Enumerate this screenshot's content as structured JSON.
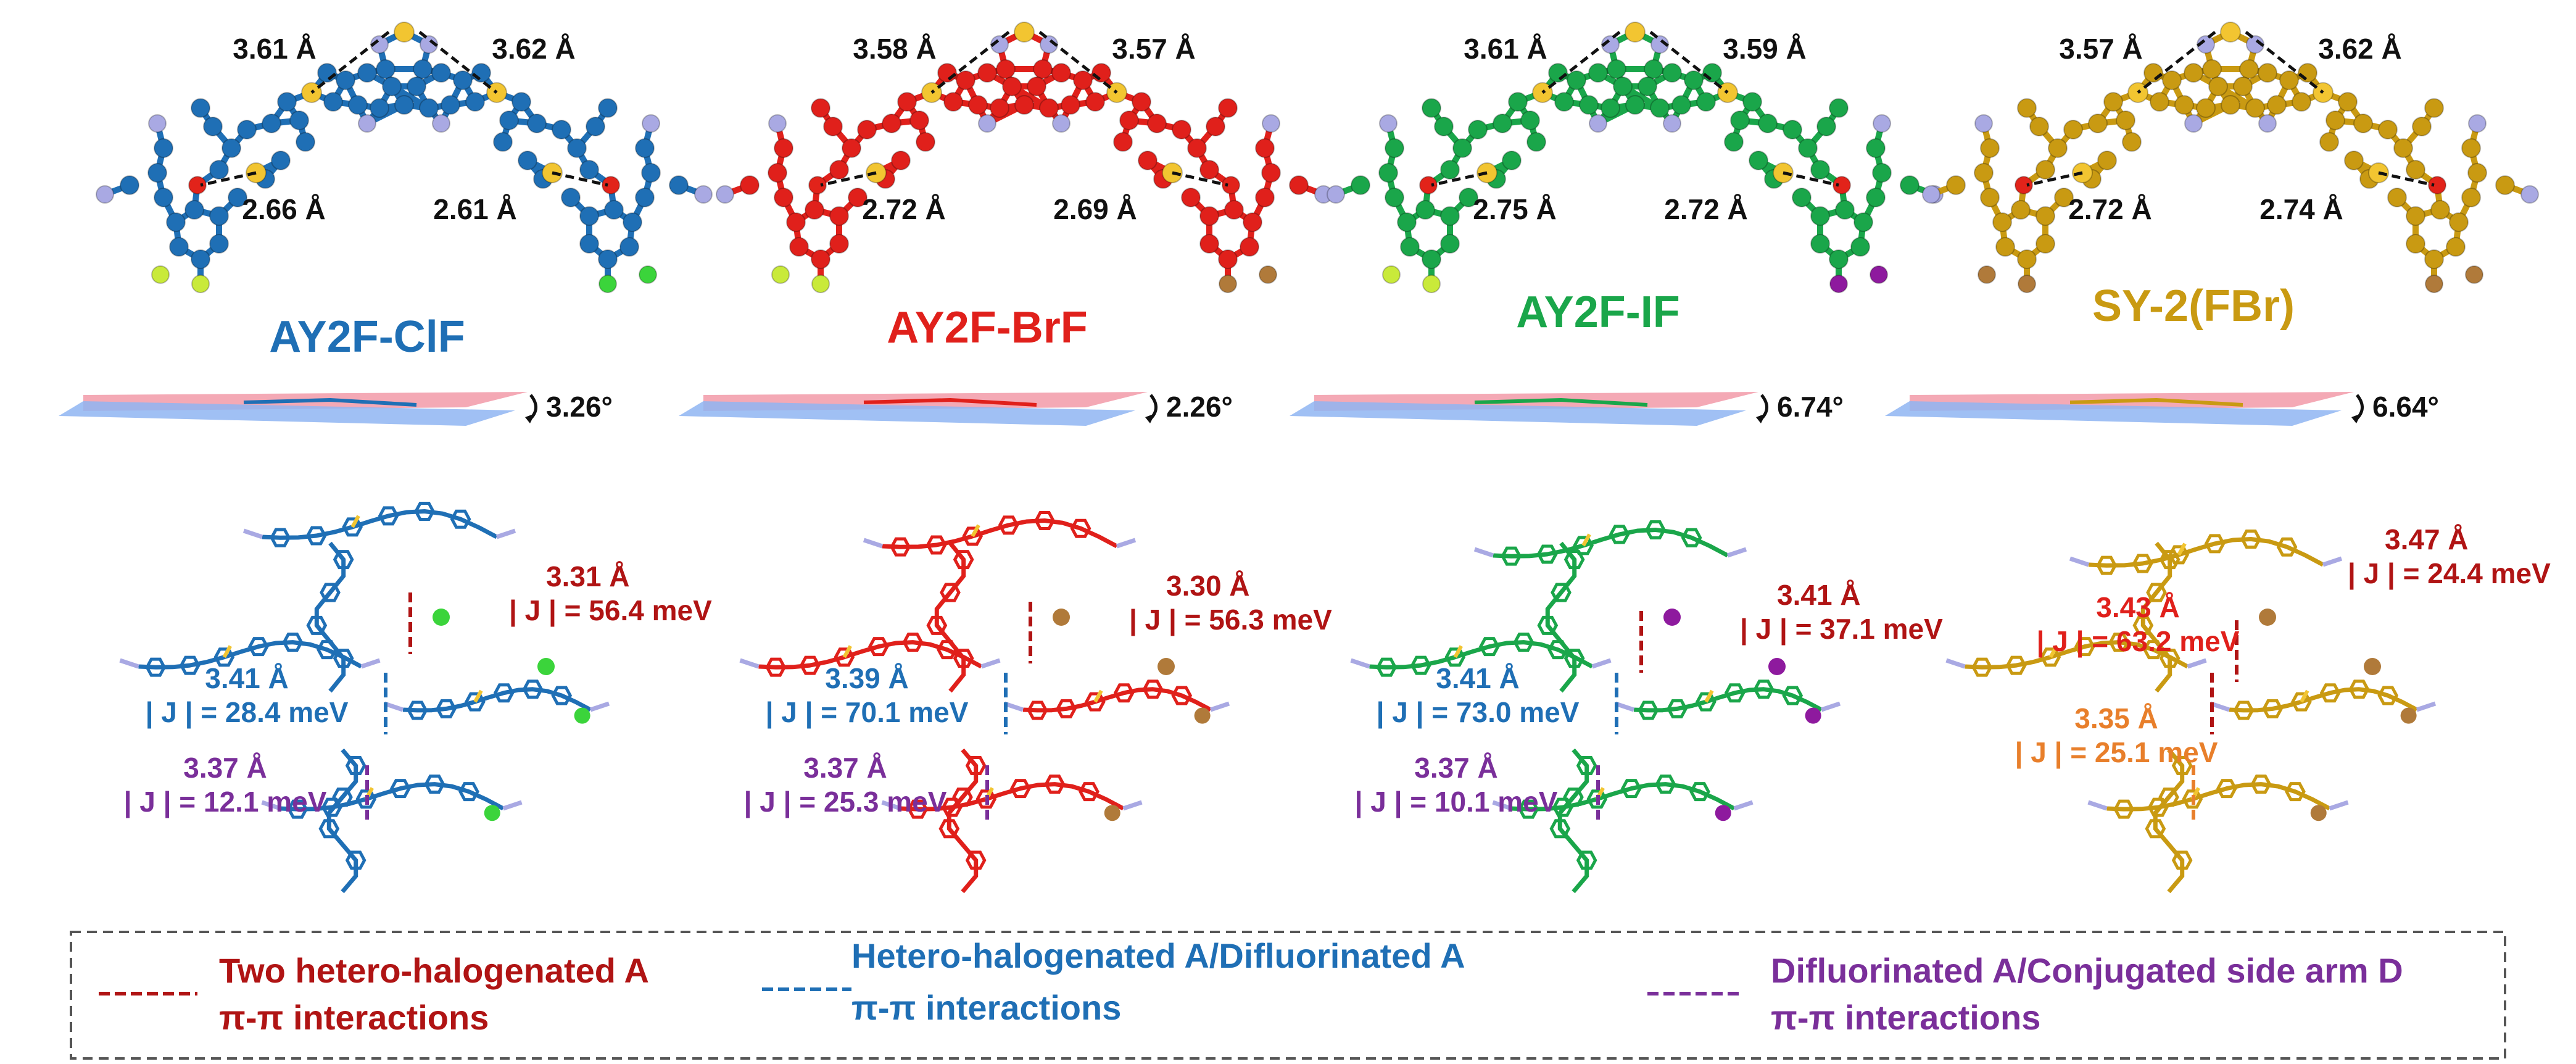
{
  "colors": {
    "blue": "#1f6fb5",
    "red": "#e0201b",
    "green": "#1aa64a",
    "gold": "#c99a12",
    "sulfur": "#f2c531",
    "nitrogen": "#a9a9e3",
    "oxygen": "#e2231a",
    "fluorine": "#c9ea3a",
    "chlorine": "#3bd43b",
    "bromine": "#b07a3a",
    "iodine": "#8e1a9e",
    "dark_red": "#b01414",
    "blue_text": "#1f6fb5",
    "purple": "#7a2f9a",
    "orange": "#e87f2b",
    "plane_pink": "#f29aa8",
    "plane_blue": "#8fb5f2"
  },
  "molecules": [
    {
      "name": "AY2F-ClF",
      "color": "#1f6fb5",
      "left_halogen": "#c9ea3a",
      "right_halogen": "#3bd43b",
      "ss_left": "3.61 Å",
      "ss_right": "3.62 Å",
      "so_left": "2.66 Å",
      "so_right": "2.61 Å",
      "dihedral": "3.26°",
      "packing": [
        {
          "distance": "3.31 Å",
          "coupling": "| J | = 56.4 meV",
          "type": "hetero-hetero"
        },
        {
          "distance": "3.41 Å",
          "coupling": "| J | = 28.4 meV",
          "type": "hetero-difluoro"
        },
        {
          "distance": "3.37 Å",
          "coupling": "| J | = 12.1 meV",
          "type": "difluoro-sidearm"
        }
      ]
    },
    {
      "name": "AY2F-BrF",
      "color": "#e0201b",
      "left_halogen": "#c9ea3a",
      "right_halogen": "#b07a3a",
      "ss_left": "3.58 Å",
      "ss_right": "3.57 Å",
      "so_left": "2.72 Å",
      "so_right": "2.69 Å",
      "dihedral": "2.26°",
      "packing": [
        {
          "distance": "3.30 Å",
          "coupling": "| J | = 56.3 meV",
          "type": "hetero-hetero"
        },
        {
          "distance": "3.39 Å",
          "coupling": "| J | = 70.1 meV",
          "type": "hetero-difluoro"
        },
        {
          "distance": "3.37 Å",
          "coupling": "| J | = 25.3 meV",
          "type": "difluoro-sidearm"
        }
      ]
    },
    {
      "name": "AY2F-IF",
      "color": "#1aa64a",
      "left_halogen": "#c9ea3a",
      "right_halogen": "#8e1a9e",
      "ss_left": "3.61 Å",
      "ss_right": "3.59 Å",
      "so_left": "2.75 Å",
      "so_right": "2.72 Å",
      "dihedral": "6.74°",
      "packing": [
        {
          "distance": "3.41 Å",
          "coupling": "| J | = 37.1 meV",
          "type": "hetero-hetero"
        },
        {
          "distance": "3.41 Å",
          "coupling": "| J | = 73.0 meV",
          "type": "hetero-difluoro"
        },
        {
          "distance": "3.37 Å",
          "coupling": "| J | = 10.1 meV",
          "type": "difluoro-sidearm"
        }
      ]
    },
    {
      "name": "SY-2(FBr)",
      "color": "#c99a12",
      "left_halogen": "#b07a3a",
      "right_halogen": "#b07a3a",
      "ss_left": "3.57 Å",
      "ss_right": "3.62 Å",
      "so_left": "2.72 Å",
      "so_right": "2.74 Å",
      "dihedral": "6.64°",
      "packing": [
        {
          "distance": "3.47 Å",
          "coupling": "| J | = 24.4 meV",
          "type": "hetero-hetero"
        },
        {
          "distance": "3.43 Å",
          "coupling": "| J | = 63.2 meV",
          "type": "hetero-hetero"
        },
        {
          "distance": "3.35 Å",
          "coupling": "| J | = 25.1 meV",
          "type": "hetero-sidearm"
        }
      ]
    }
  ],
  "legend": [
    {
      "line1": "Two hetero-halogenated A",
      "line2": "π-π interactions",
      "color": "#b01414"
    },
    {
      "line1": "Hetero-halogenated A/Difluorinated A",
      "line2": "π-π interactions",
      "color": "#1f6fb5"
    },
    {
      "line1": "Difluorinated A/Conjugated side arm D",
      "line2": "π-π interactions",
      "color": "#7a2f9a"
    }
  ]
}
